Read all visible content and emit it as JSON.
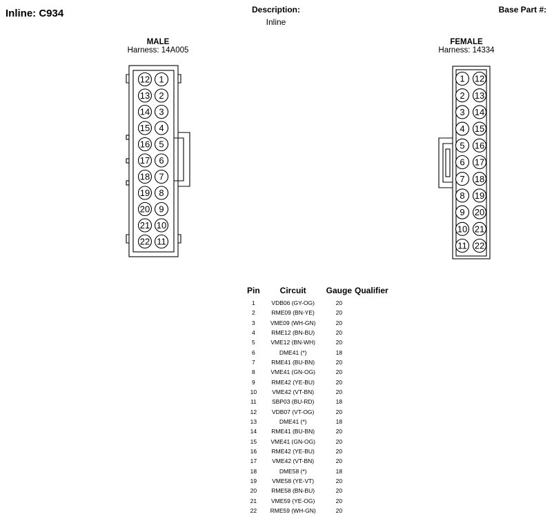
{
  "header": {
    "title": "Inline: C934",
    "description_label": "Description:",
    "description_value": "Inline",
    "base_part_label": "Base Part #:"
  },
  "male": {
    "title": "MALE",
    "harness": "Harness: 14A005",
    "left_column": [
      "12",
      "13",
      "14",
      "15",
      "16",
      "17",
      "18",
      "19",
      "20",
      "21",
      "22"
    ],
    "right_column": [
      "1",
      "2",
      "3",
      "4",
      "5",
      "6",
      "7",
      "8",
      "9",
      "10",
      "11"
    ]
  },
  "female": {
    "title": "FEMALE",
    "harness": "Harness: 14334",
    "left_column": [
      "1",
      "2",
      "3",
      "4",
      "5",
      "6",
      "7",
      "8",
      "9",
      "10",
      "11"
    ],
    "right_column": [
      "12",
      "13",
      "14",
      "15",
      "16",
      "17",
      "18",
      "19",
      "20",
      "21",
      "22"
    ]
  },
  "table": {
    "headers": [
      "Pin",
      "Circuit",
      "Gauge",
      "Qualifier"
    ],
    "rows": [
      {
        "pin": "1",
        "circuit": "VDB06 (GY-OG)",
        "gauge": "20",
        "qualifier": ""
      },
      {
        "pin": "2",
        "circuit": "RME09 (BN-YE)",
        "gauge": "20",
        "qualifier": ""
      },
      {
        "pin": "3",
        "circuit": "VME09 (WH-GN)",
        "gauge": "20",
        "qualifier": ""
      },
      {
        "pin": "4",
        "circuit": "RME12 (BN-BU)",
        "gauge": "20",
        "qualifier": ""
      },
      {
        "pin": "5",
        "circuit": "VME12 (BN-WH)",
        "gauge": "20",
        "qualifier": ""
      },
      {
        "pin": "6",
        "circuit": "DME41 (*)",
        "gauge": "18",
        "qualifier": ""
      },
      {
        "pin": "7",
        "circuit": "RME41 (BU-BN)",
        "gauge": "20",
        "qualifier": ""
      },
      {
        "pin": "8",
        "circuit": "VME41 (GN-OG)",
        "gauge": "20",
        "qualifier": ""
      },
      {
        "pin": "9",
        "circuit": "RME42 (YE-BU)",
        "gauge": "20",
        "qualifier": ""
      },
      {
        "pin": "10",
        "circuit": "VME42 (VT-BN)",
        "gauge": "20",
        "qualifier": ""
      },
      {
        "pin": "11",
        "circuit": "SBP03 (BU-RD)",
        "gauge": "18",
        "qualifier": ""
      },
      {
        "pin": "12",
        "circuit": "VDB07 (VT-OG)",
        "gauge": "20",
        "qualifier": ""
      },
      {
        "pin": "13",
        "circuit": "DME41 (*)",
        "gauge": "18",
        "qualifier": ""
      },
      {
        "pin": "14",
        "circuit": "RME41 (BU-BN)",
        "gauge": "20",
        "qualifier": ""
      },
      {
        "pin": "15",
        "circuit": "VME41 (GN-OG)",
        "gauge": "20",
        "qualifier": ""
      },
      {
        "pin": "16",
        "circuit": "RME42 (YE-BU)",
        "gauge": "20",
        "qualifier": ""
      },
      {
        "pin": "17",
        "circuit": "VME42 (VT-BN)",
        "gauge": "20",
        "qualifier": ""
      },
      {
        "pin": "18",
        "circuit": "DME58 (*)",
        "gauge": "18",
        "qualifier": ""
      },
      {
        "pin": "19",
        "circuit": "VME58 (YE-VT)",
        "gauge": "20",
        "qualifier": ""
      },
      {
        "pin": "20",
        "circuit": "RME58 (BN-BU)",
        "gauge": "20",
        "qualifier": ""
      },
      {
        "pin": "21",
        "circuit": "VME59 (YE-OG)",
        "gauge": "20",
        "qualifier": ""
      },
      {
        "pin": "22",
        "circuit": "RME59 (WH-GN)",
        "gauge": "20",
        "qualifier": ""
      }
    ]
  }
}
